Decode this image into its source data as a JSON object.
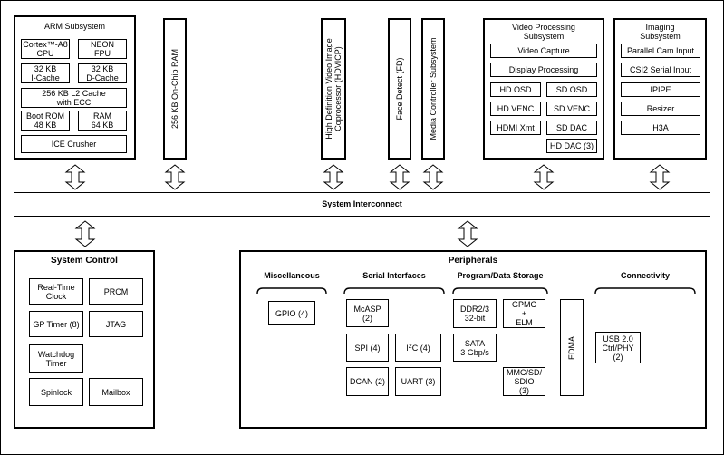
{
  "arm": {
    "title": "ARM Subsystem",
    "cpu": "Cortex™-A8\nCPU",
    "neon": "NEON\nFPU",
    "icache": "32 KB\nI-Cache",
    "dcache": "32 KB\nD-Cache",
    "l2": "256 KB L2 Cache\nwith ECC",
    "bootrom": "Boot ROM\n48 KB",
    "ram": "RAM\n64 KB",
    "ice": "ICE Crusher"
  },
  "onchip_ram": "256 KB On-Chip RAM",
  "hdvicp": "High Definition Video Image\nCoprocessor (HDVICP)",
  "face_detect": "Face Detect (FD)",
  "media_ctrl": "Media Controller Subsystem",
  "video": {
    "title": "Video Processing\nSubsystem",
    "capture": "Video Capture",
    "display": "Display Processing",
    "hd_osd": "HD OSD",
    "sd_osd": "SD OSD",
    "hd_venc": "HD VENC",
    "sd_venc": "SD VENC",
    "hdmi": "HDMI Xmt",
    "sd_dac": "SD DAC",
    "hd_dac": "HD DAC (3)"
  },
  "imaging": {
    "title": "Imaging\nSubsystem",
    "parallel": "Parallel Cam Input",
    "csi2": "CSI2 Serial Input",
    "ipipe": "IPIPE",
    "resizer": "Resizer",
    "h3a": "H3A"
  },
  "interconnect": "System Interconnect",
  "system_control": {
    "title": "System Control",
    "rtc": "Real-Time\nClock",
    "prcm": "PRCM",
    "gptimer": "GP Timer (8)",
    "jtag": "JTAG",
    "watchdog": "Watchdog\nTimer",
    "spinlock": "Spinlock",
    "mailbox": "Mailbox"
  },
  "peripherals": {
    "title": "Peripherals",
    "misc": {
      "title": "Miscellaneous",
      "gpio": "GPIO (4)"
    },
    "serial": {
      "title": "Serial Interfaces",
      "mcasp": "McASP\n(2)",
      "spi": "SPI (4)",
      "i2c_prefix": "I",
      "i2c_sup": "2",
      "i2c_suffix": "C (4)",
      "dcan": "DCAN (2)",
      "uart": "UART (3)"
    },
    "storage": {
      "title": "Program/Data Storage",
      "ddr": "DDR2/3\n32-bit",
      "gpmc": "GPMC\n+\nELM",
      "sata": "SATA\n3 Gbp/s",
      "mmc": "MMC/SD/\nSDIO\n(3)"
    },
    "edma": "EDMA",
    "connectivity": {
      "title": "Connectivity",
      "usb": "USB 2.0\nCtrl/PHY\n(2)"
    }
  }
}
